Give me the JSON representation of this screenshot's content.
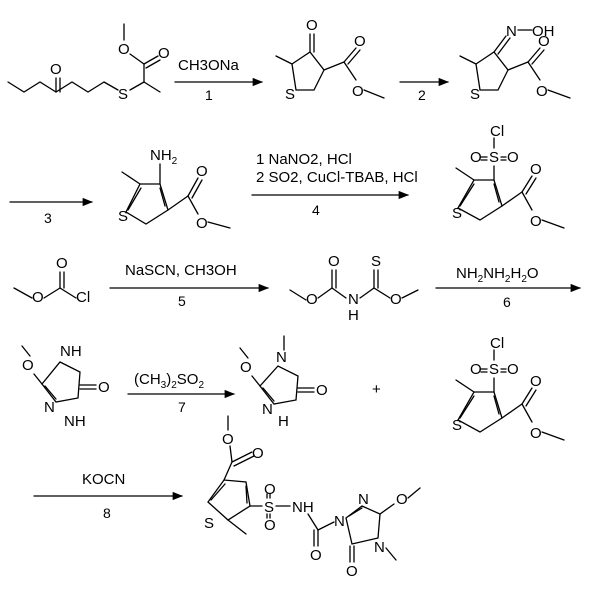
{
  "reaction_steps": [
    {
      "number": "1",
      "conditions": [
        "CH3ONa"
      ]
    },
    {
      "number": "2",
      "conditions": []
    },
    {
      "number": "3",
      "conditions": []
    },
    {
      "number": "4",
      "conditions": [
        "1 NaNO2, HCl",
        "2 SO2, CuCl-TBAB, HCl"
      ]
    },
    {
      "number": "5",
      "conditions": [
        "NaSCN, CH3OH"
      ]
    },
    {
      "number": "6",
      "conditions": [
        "NH2NH2H2O"
      ]
    },
    {
      "number": "7",
      "conditions": [
        "(CH3)2SO2"
      ]
    },
    {
      "number": "8",
      "conditions": [
        "KOCN"
      ]
    }
  ],
  "plus_sign": "+",
  "atom_labels": {
    "S": "S",
    "O": "O",
    "N": "N",
    "H": "H",
    "Cl": "Cl",
    "NH2": "NH2",
    "NH": "NH",
    "N_OH": "N",
    "OH": "OH",
    "SO2_link": "S",
    "NH_link": "NH"
  }
}
